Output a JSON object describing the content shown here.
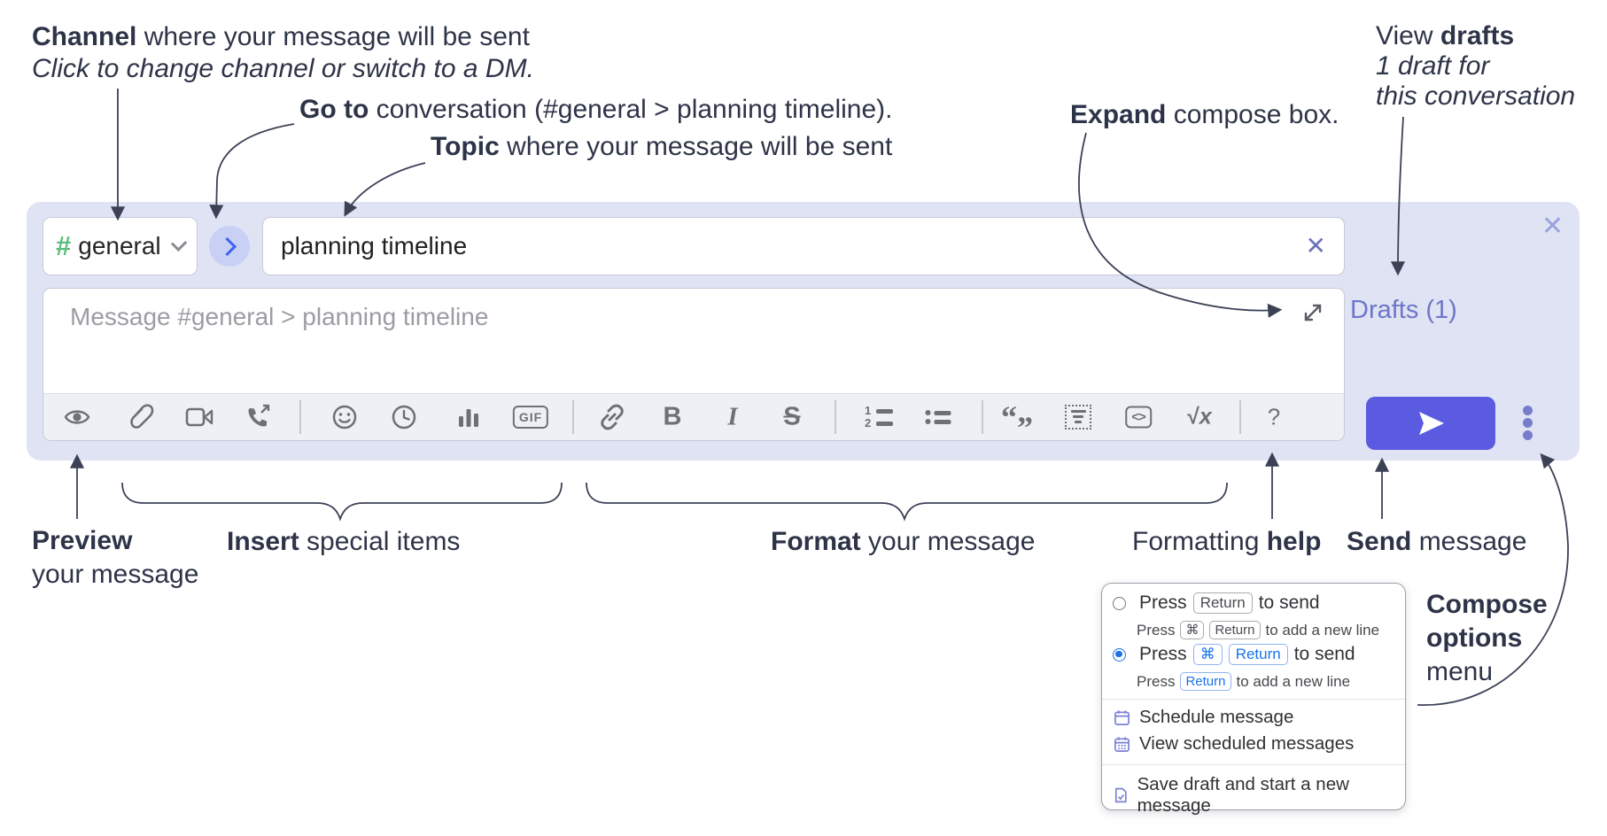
{
  "annotations": {
    "channel": {
      "bold": "Channel",
      "rest": " where your message will be sent",
      "line2": "Click to change channel or switch to a DM."
    },
    "goto": {
      "bold": "Go to",
      "rest": " conversation (#general > planning timeline)."
    },
    "topic": {
      "bold": "Topic",
      "rest": " where your message will be sent"
    },
    "expand": {
      "bold": "Expand",
      "rest": " compose box."
    },
    "drafts": {
      "line1_pre": "View ",
      "line1_bold": "drafts",
      "line2": "1 draft for",
      "line3": "this conversation"
    },
    "preview": {
      "bold": "Preview",
      "line2": "your message"
    },
    "insert": {
      "bold": "Insert",
      "rest": " special items"
    },
    "format": {
      "bold": "Format",
      "rest": " your message"
    },
    "help": {
      "pre": "Formatting ",
      "bold": "help"
    },
    "send": {
      "bold": "Send",
      "rest": " message"
    },
    "compose_options": {
      "line1": "Compose",
      "line2": "options",
      "line3": "menu"
    }
  },
  "compose": {
    "channel": {
      "hash": "#",
      "name": "general"
    },
    "topic": {
      "value": "planning timeline",
      "clear": "✕"
    },
    "message": {
      "placeholder": "Message #general > planning timeline"
    },
    "drafts_link": "Drafts (1)",
    "close": "✕",
    "toolbar": {
      "gif": "GIF",
      "bold": "B",
      "italic": "I",
      "strike": "S",
      "ol1": "1",
      "ol2": "2",
      "quote_open": "“",
      "quote_close": "”",
      "code": "<>",
      "math_root": "√",
      "math_var": "x",
      "help": "?"
    }
  },
  "popup": {
    "option_return": {
      "press": "Press",
      "key": "Return",
      "to_send": "to send",
      "sub_press": "Press",
      "sub_key_cmd": "⌘",
      "sub_key_return": "Return",
      "sub_rest": "to add a new line"
    },
    "option_cmd_return": {
      "press": "Press",
      "key_cmd": "⌘",
      "key_return": "Return",
      "to_send": "to send",
      "sub_press": "Press",
      "sub_key_return": "Return",
      "sub_rest": "to add a new line"
    },
    "items": {
      "schedule": "Schedule message",
      "view_scheduled": "View scheduled messages",
      "save_draft": "Save draft and start a new message"
    }
  },
  "colors": {
    "compose_bg": "#e0e3f3",
    "accent_send": "#5a5be0",
    "periwinkle": "#6d76ca",
    "hash_green": "#5cbd7c",
    "radio_blue": "#1a73e8",
    "annotation": "#2e3448"
  }
}
